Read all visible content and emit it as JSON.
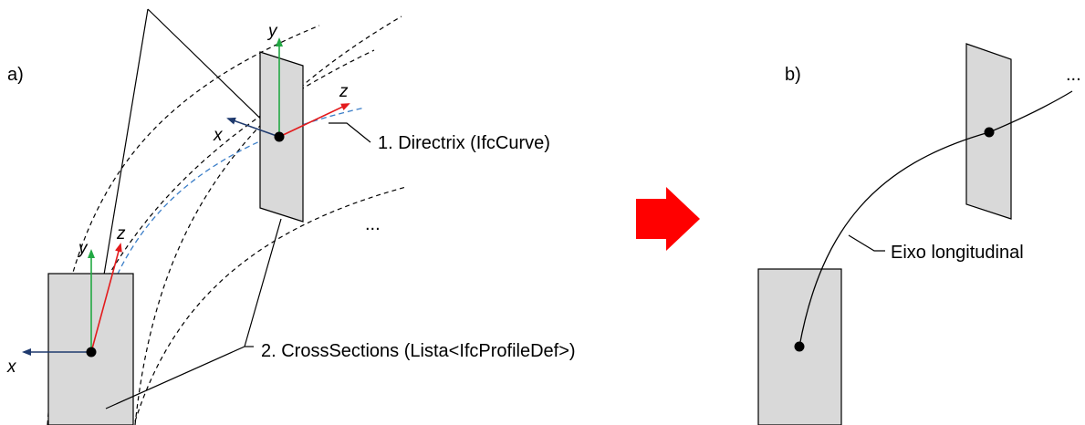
{
  "panel_a": {
    "label": "a)",
    "directrix_label": "1. Directrix (IfcCurve)",
    "cross_sections_label": "2. CrossSections (Lista<IfcProfileDef>)",
    "ellipsis": "...",
    "axes": {
      "x": "x",
      "y": "y",
      "z": "z"
    }
  },
  "panel_b": {
    "label": "b)",
    "axis_label": "Eixo longitudinal",
    "ellipsis": "..."
  },
  "colors": {
    "x_axis": "#1f3a6e",
    "y_axis": "#22a843",
    "z_axis": "#e31a1c",
    "directrix_dashed": "#3b7ec8",
    "section_fill": "#d9d9d9",
    "arrow_red": "#ff0000"
  }
}
